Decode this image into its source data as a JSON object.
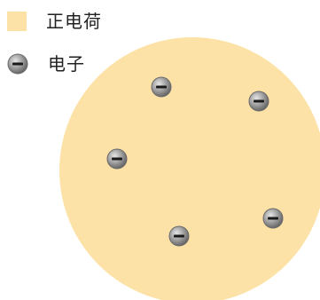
{
  "legend": {
    "positive_label": "正电荷",
    "electron_label": "电子"
  },
  "colors": {
    "positive_charge": "#fde2a8",
    "electron_fill": "#8a8a8a",
    "electron_stroke": "#5a5a5a"
  },
  "icons": {
    "electron": "minus-in-circle-icon"
  },
  "diagram": {
    "electron_count": 5
  }
}
